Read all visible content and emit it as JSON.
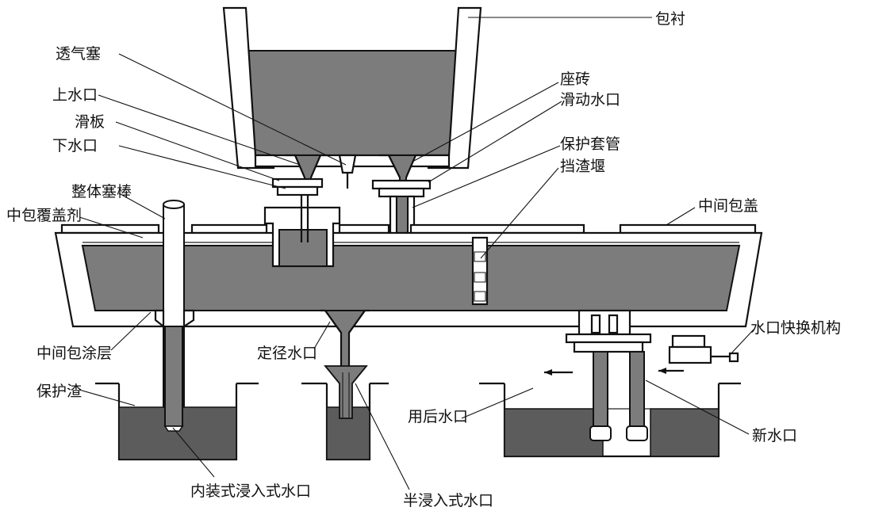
{
  "diagram": {
    "labels": {
      "ladle_lining": "包衬",
      "porous_plug": "透气塞",
      "upper_nozzle": "上水口",
      "slide_plate": "滑板",
      "lower_nozzle": "下水口",
      "seat_brick": "座砖",
      "sliding_nozzle": "滑动水口",
      "shroud": "保护套管",
      "slag_dam": "挡渣堰",
      "stopper_rod": "整体塞棒",
      "tundish_cover_agent": "中包覆盖剂",
      "tundish_cover": "中间包盖",
      "quick_change": "水口快换机构",
      "tundish_coating": "中间包涂层",
      "metering_nozzle": "定径水口",
      "mold_powder": "保护渣",
      "used_nozzle": "用后水口",
      "new_nozzle": "新水口",
      "internal_sen": "内装式浸入式水口",
      "semi_sen": "半浸入式水口"
    },
    "colors": {
      "steel": "#7c7c7c",
      "solid_steel": "#5c5c5c",
      "outline": "#111111",
      "background": "#ffffff"
    }
  }
}
